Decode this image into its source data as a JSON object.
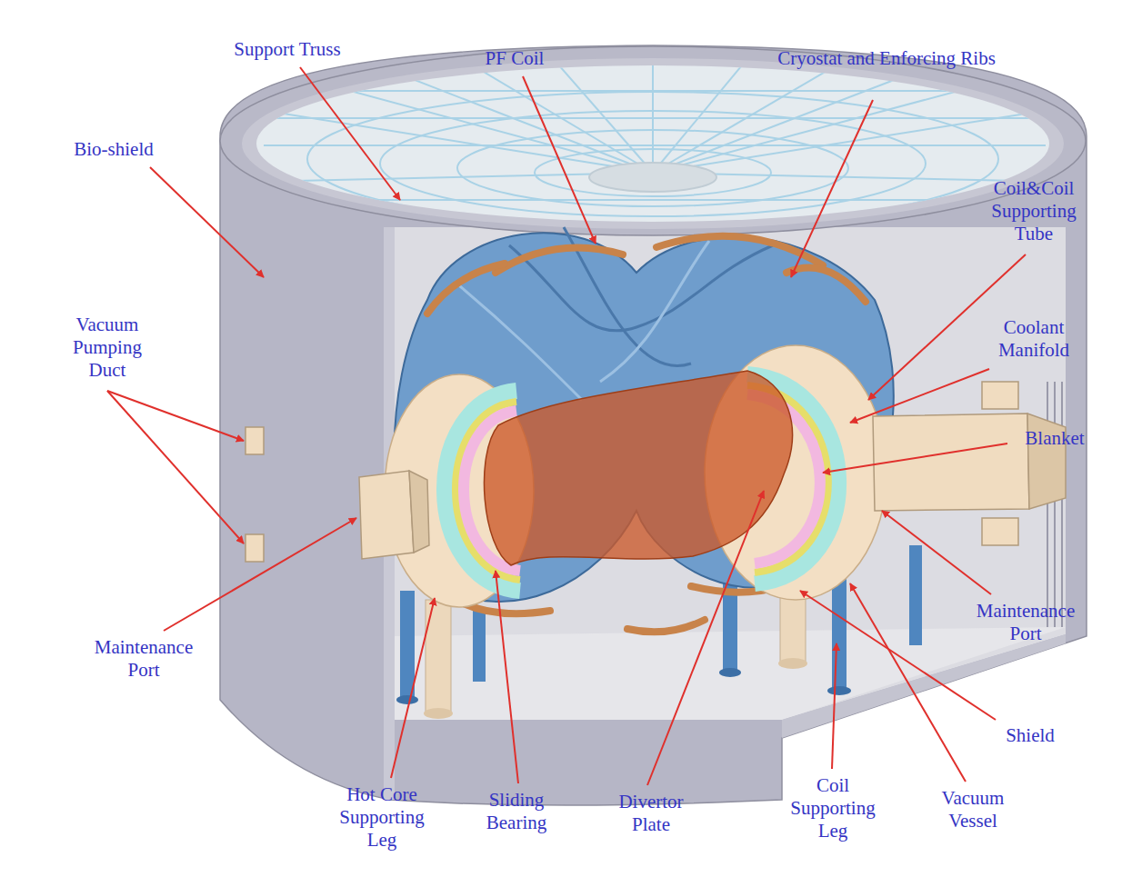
{
  "diagram": {
    "labels": [
      "Support Truss",
      "PF Coil",
      "Cryostat and Enforcing Ribs",
      "Bio-shield",
      "Coil&Coil Supporting Tube",
      "Vacuum Pumping Duct",
      "Coolant Manifold",
      "Blanket",
      "Maintenance Port",
      "Maintenance Port",
      "Shield",
      "Hot Core Supporting Leg",
      "Sliding Bearing",
      "Divertor Plate",
      "Coil Supporting Leg",
      "Vacuum Vessel"
    ]
  }
}
